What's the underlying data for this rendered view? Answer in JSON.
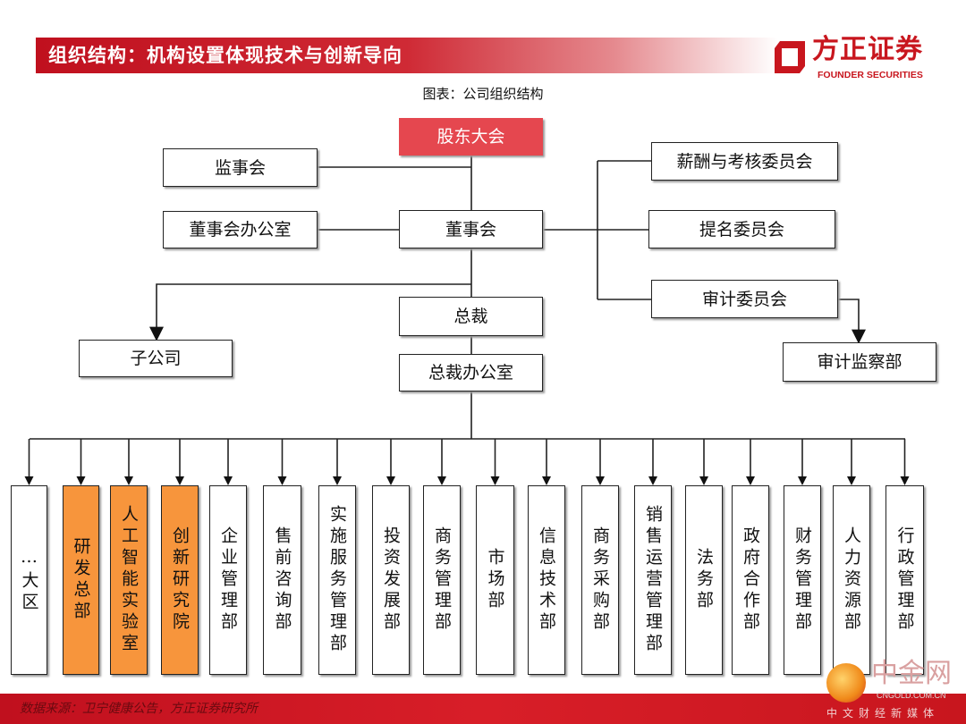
{
  "header": {
    "title": "组织结构：机构设置体现技术与创新导向",
    "logo_cn": "方正证券",
    "logo_en": "FOUNDER SECURITIES"
  },
  "caption": "图表：公司组织结构",
  "nodes": {
    "shareholders": "股东大会",
    "supervisors": "监事会",
    "board_office": "董事会办公室",
    "board": "董事会",
    "comp_committee": "薪酬与考核委员会",
    "nomination_committee": "提名委员会",
    "audit_committee": "审计委员会",
    "audit_dept": "审计监察部",
    "president": "总裁",
    "subsidiary": "子公司",
    "president_office": "总裁办公室"
  },
  "departments": [
    {
      "label": "…大区",
      "highlight": false
    },
    {
      "label": "研发总部",
      "highlight": true
    },
    {
      "label": "人工智能实验室",
      "highlight": true
    },
    {
      "label": "创新研究院",
      "highlight": true
    },
    {
      "label": "企业管理部",
      "highlight": false
    },
    {
      "label": "售前咨询部",
      "highlight": false
    },
    {
      "label": "实施服务管理部",
      "highlight": false
    },
    {
      "label": "投资发展部",
      "highlight": false
    },
    {
      "label": "商务管理部",
      "highlight": false
    },
    {
      "label": "市场部",
      "highlight": false
    },
    {
      "label": "信息技术部",
      "highlight": false
    },
    {
      "label": "商务采购部",
      "highlight": false
    },
    {
      "label": "销售运营管理部",
      "highlight": false
    },
    {
      "label": "法务部",
      "highlight": false
    },
    {
      "label": "政府合作部",
      "highlight": false
    },
    {
      "label": "财务管理部",
      "highlight": false
    },
    {
      "label": "人力资源部",
      "highlight": false
    },
    {
      "label": "行政管理部",
      "highlight": false
    }
  ],
  "footer": {
    "source": "数据来源：卫宁健康公告，方正证券研究所"
  },
  "watermark": {
    "cn": "中金网",
    "url": "CNGOLD.COM.CN",
    "sub": "中文财经新媒体"
  },
  "colors": {
    "brand_red": "#c8161e",
    "highlight_orange": "#f7953c",
    "top_node": "#e5474f"
  }
}
